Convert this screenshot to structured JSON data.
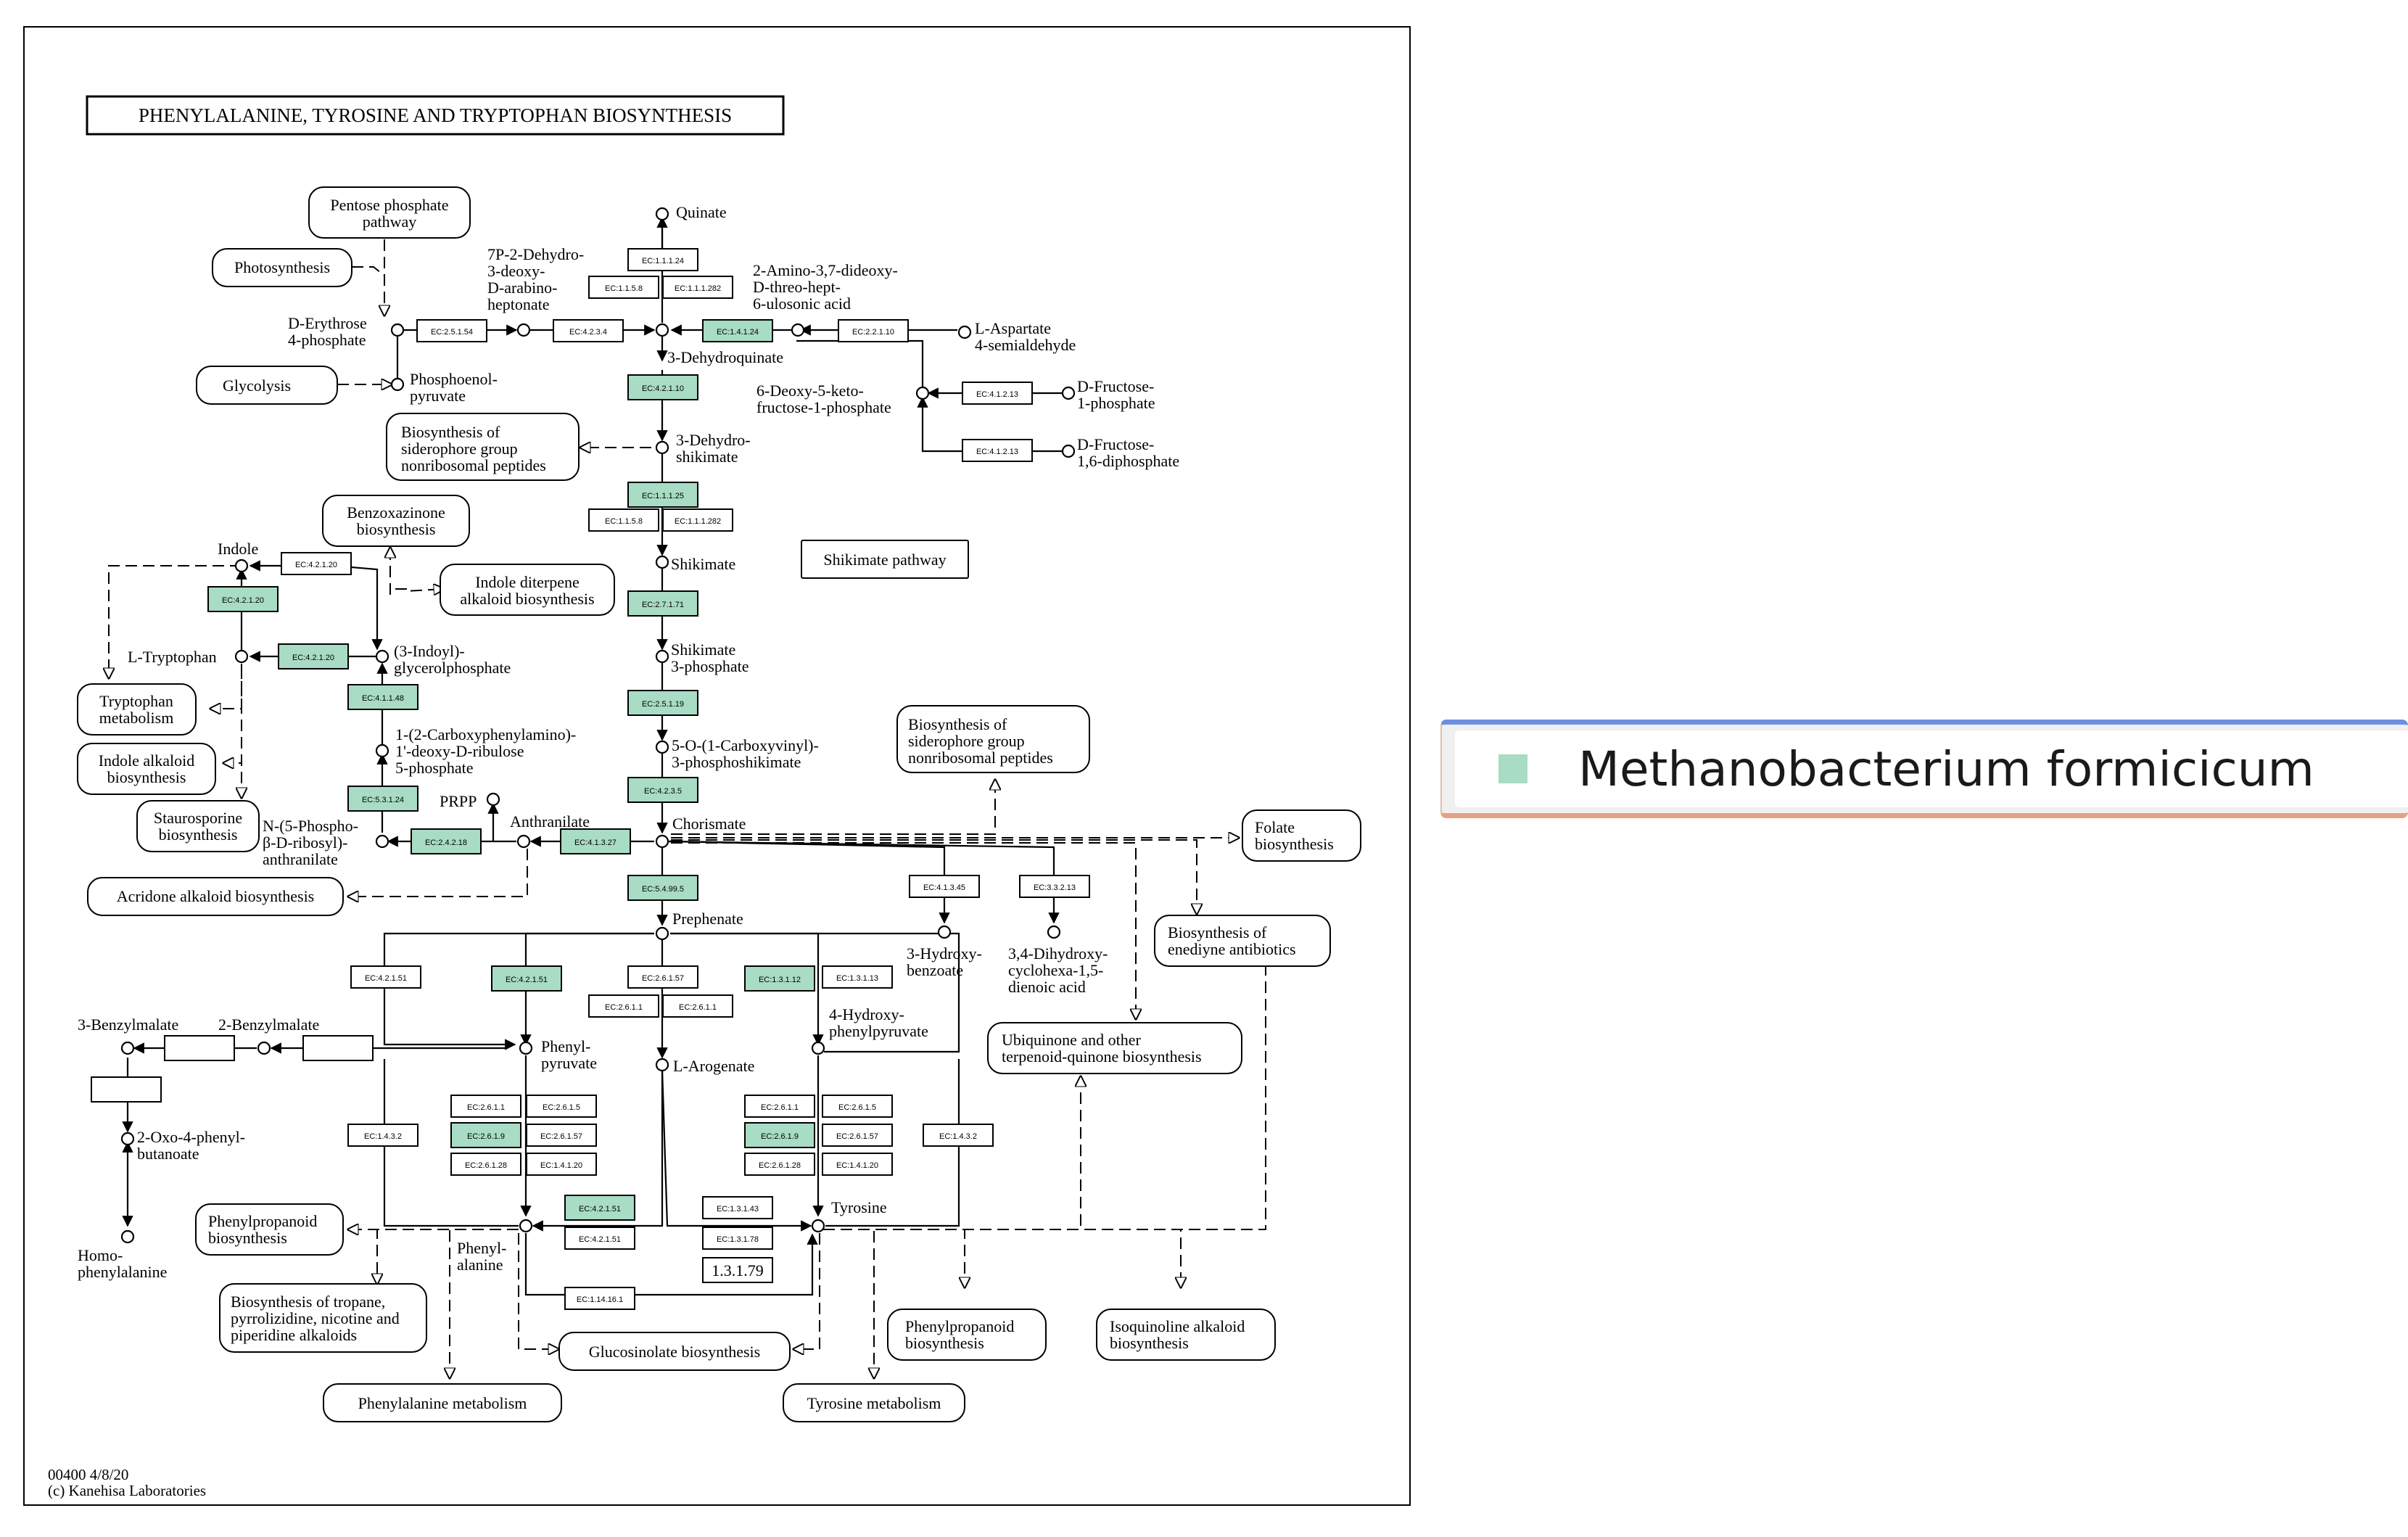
{
  "colors": {
    "highlight": "#a8dcc4",
    "box_stroke": "#000000",
    "legend_swatch": "#a8dcc4"
  },
  "title": "PHENYLALANINE, TYROSINE AND TRYPTOPHAN BIOSYNTHESIS",
  "footer": {
    "map_id": "00400 4/8/20",
    "copyright": "(c) Kanehisa Laboratories"
  },
  "legend": {
    "organism": "Methanobacterium formicicum"
  },
  "enzymes": {
    "ec_1_1_1_24_top": "EC:1.1.1.24",
    "ec_1_1_5_8_top": "EC:1.1.5.8",
    "ec_1_1_1_282_top": "EC:1.1.1.282",
    "ec_1_4_1_24": "EC:1.4.1.24",
    "ec_2_2_1_10": "EC:2.2.1.10",
    "ec_2_5_1_54": "EC:2.5.1.54",
    "ec_4_2_3_4": "EC:4.2.3.4",
    "ec_4_2_1_10": "EC:4.2.1.10",
    "ec_4_1_2_13_a": "EC:4.1.2.13",
    "ec_4_1_2_13_b": "EC:4.1.2.13",
    "ec_1_1_1_25": "EC:1.1.1.25",
    "ec_1_1_5_8_mid": "EC:1.1.5.8",
    "ec_1_1_1_282_mid": "EC:1.1.1.282",
    "ec_2_7_1_71": "EC:2.7.1.71",
    "ec_2_5_1_19": "EC:2.5.1.19",
    "ec_4_2_3_5": "EC:4.2.3.5",
    "ec_4_1_3_27": "EC:4.1.3.27",
    "ec_5_4_99_5": "EC:5.4.99.5",
    "ec_4_1_3_45": "EC:4.1.3.45",
    "ec_3_3_2_13": "EC:3.3.2.13",
    "ec_4_2_1_20_indole": "EC:4.2.1.20",
    "ec_4_2_1_20_green": "EC:4.2.1.20",
    "ec_4_2_1_20_trp": "EC:4.2.1.20",
    "ec_4_1_1_48": "EC:4.1.1.48",
    "ec_5_3_1_24": "EC:5.3.1.24",
    "ec_2_4_2_18": "EC:2.4.2.18",
    "ec_4_2_1_51_l": "EC:4.2.1.51",
    "ec_4_2_1_51_g": "EC:4.2.1.51",
    "ec_2_6_1_57_top": "EC:2.6.1.57",
    "ec_2_6_1_1_a": "EC:2.6.1.1",
    "ec_2_6_1_1_b": "EC:2.6.1.1",
    "ec_1_3_1_12": "EC:1.3.1.12",
    "ec_1_3_1_13": "EC:1.3.1.13",
    "ec_1_4_3_2_l": "EC:1.4.3.2",
    "ec_1_4_3_2_r": "EC:1.4.3.2",
    "phe_2_6_1_1": "EC:2.6.1.1",
    "phe_2_6_1_5": "EC:2.6.1.5",
    "phe_2_6_1_9": "EC:2.6.1.9",
    "phe_2_6_1_57": "EC:2.6.1.57",
    "phe_2_6_1_28": "EC:2.6.1.28",
    "phe_1_4_1_20": "EC:1.4.1.20",
    "tyr_2_6_1_1": "EC:2.6.1.1",
    "tyr_2_6_1_5": "EC:2.6.1.5",
    "tyr_2_6_1_9": "EC:2.6.1.9",
    "tyr_2_6_1_57": "EC:2.6.1.57",
    "tyr_2_6_1_28": "EC:2.6.1.28",
    "tyr_1_4_1_20": "EC:1.4.1.20",
    "ec_4_2_1_51_b1": "EC:4.2.1.51",
    "ec_4_2_1_51_b2": "EC:4.2.1.51",
    "ec_1_3_1_43": "EC:1.3.1.43",
    "ec_1_3_1_78": "EC:1.3.1.78",
    "ec_1_3_1_79": "1.3.1.79",
    "ec_1_14_16_1": "EC:1.14.16.1"
  },
  "compounds": {
    "quinate": "Quinate",
    "dahp_1": "7P-2-Dehydro-",
    "dahp_2": "3-deoxy-",
    "dahp_3": "D-arabino-",
    "dahp_4": "heptonate",
    "amino_1": "2-Amino-3,7-dideoxy-",
    "amino_2": "D-threo-hept-",
    "amino_3": "6-ulosonic acid",
    "e4p_1": "D-Erythrose",
    "e4p_2": "4-phosphate",
    "dehydroquinate": "3-Dehydroquinate",
    "asp_1": "L-Aspartate",
    "asp_2": "4-semialdehyde",
    "pep_1": "Phosphoenol-",
    "pep_2": "pyruvate",
    "deoxy_1": "6-Deoxy-5-keto-",
    "deoxy_2": "fructose-1-phosphate",
    "f1p_1": "D-Fructose-",
    "f1p_2": "1-phosphate",
    "fbp_1": "D-Fructose-",
    "fbp_2": "1,6-diphosphate",
    "dhs_1": "3-Dehydro-",
    "dhs_2": "shikimate",
    "shikimate": "Shikimate",
    "s3p_1": "Shikimate",
    "s3p_2": "3-phosphate",
    "epsp_1": "5-O-(1-Carboxyvinyl)-",
    "epsp_2": "3-phosphoshikimate",
    "chorismate": "Chorismate",
    "prephenate": "Prephenate",
    "anthranilate": "Anthranilate",
    "prpp": "PRPP",
    "indole": "Indole",
    "trp": "L-Tryptophan",
    "igp_1": "(3-Indoyl)-",
    "igp_2": "glycerolphosphate",
    "cdrp_1": "1-(2-Carboxyphenylamino)-",
    "cdrp_2": "1'-deoxy-D-ribulose",
    "cdrp_3": "5-phosphate",
    "npra_1": "N-(5-Phospho-",
    "npra_2": "β-D-ribosyl)-",
    "npra_3": "anthranilate",
    "hba_1": "3-Hydroxy-",
    "hba_2": "benzoate",
    "dhcd_1": "3,4-Dihydroxy-",
    "dhcd_2": "cyclohexa-1,5-",
    "dhcd_3": "dienoic acid",
    "php_1": "Phenyl-",
    "php_2": "pyruvate",
    "hpp_1": "4-Hydroxy-",
    "hpp_2": "phenylpyruvate",
    "arogenate": "L-Arogenate",
    "bm3": "3-Benzylmalate",
    "bm2": "2-Benzylmalate",
    "opb_1": "2-Oxo-4-phenyl-",
    "opb_2": "butanoate",
    "hphe_1": "Homo-",
    "hphe_2": "phenylalanine",
    "phe_1": "Phenyl-",
    "phe_2": "alanine",
    "tyr": "Tyrosine"
  },
  "pathways": {
    "ppp_1": "Pentose phosphate",
    "ppp_2": "pathway",
    "photo": "Photosynthesis",
    "glyco": "Glycolysis",
    "sid1_1": "Biosynthesis of",
    "sid1_2": "siderophore group",
    "sid1_3": "nonribosomal peptides",
    "benz_1": "Benzoxazinone",
    "benz_2": "biosynthesis",
    "idt_1": "Indole diterpene",
    "idt_2": "alkaloid biosynthesis",
    "shik": "Shikimate pathway",
    "trpm_1": "Tryptophan",
    "trpm_2": "metabolism",
    "ialk_1": "Indole alkaloid",
    "ialk_2": "biosynthesis",
    "stau_1": "Staurosporine",
    "stau_2": "biosynthesis",
    "acrid": "Acridone alkaloid biosynthesis",
    "sid2_1": "Biosynthesis of",
    "sid2_2": "siderophore group",
    "sid2_3": "nonribosomal peptides",
    "folate_1": "Folate",
    "folate_2": "biosynthesis",
    "ened_1": "Biosynthesis of",
    "ened_2": "enediyne antibiotics",
    "ubiq_1": "Ubiquinone and other",
    "ubiq_2": "terpenoid-quinone biosynthesis",
    "phpr1_1": "Phenylpropanoid",
    "phpr1_2": "biosynthesis",
    "trop_1": "Biosynthesis of tropane,",
    "trop_2": "pyrrolizidine, nicotine and",
    "trop_3": "piperidine alkaloids",
    "gluc": "Glucosinolate biosynthesis",
    "phpr2_1": "Phenylpropanoid",
    "phpr2_2": "biosynthesis",
    "isoq_1": "Isoquinoline alkaloid",
    "isoq_2": "biosynthesis",
    "phem": "Phenylalanine metabolism",
    "tyrm": "Tyrosine metabolism"
  }
}
